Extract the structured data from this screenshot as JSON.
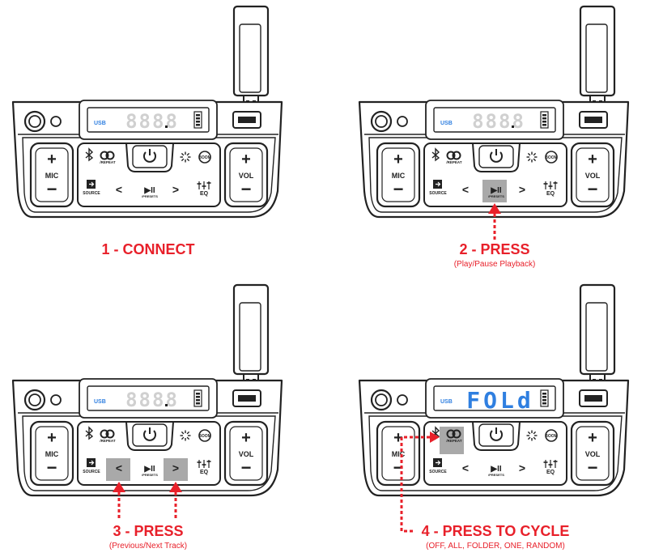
{
  "colors": {
    "accent_red": "#e8202a",
    "lcd_blue": "#2f7fe0",
    "lcd_ghost": "#d0d0d0",
    "highlight_gray": "#a9a9a9",
    "outline": "#222222"
  },
  "panel": {
    "usb_label": "USB",
    "lcd_ghost_digits": "8888",
    "lcd_active_text": "FOLd",
    "mic_label": "MIC",
    "vol_label": "VOL",
    "plus_symbol": "+",
    "minus_symbol": "−",
    "repeat_label": "/REPEAT",
    "boom_label": "BOOM",
    "source_label": "SOURCE",
    "presets_label": "/PRESETS",
    "eq_label": "EQ",
    "prev_symbol": "<",
    "next_symbol": ">",
    "play_symbol": "▶II",
    "bluetooth_icon": "bluetooth-icon",
    "power_icon": "power-icon",
    "light_icon": "light-burst-icon",
    "repeat_icon": "repeat-icon",
    "source_icon": "source-icon",
    "eq_icon": "eq-sliders-icon",
    "usb_drive_icon": "usb-flash-drive-icon"
  },
  "steps": [
    {
      "title": "1 - CONNECT",
      "subtitle": ""
    },
    {
      "title": "2 - PRESS",
      "subtitle": "(Play/Pause Playback)"
    },
    {
      "title": "3 - PRESS",
      "subtitle": "(Previous/Next Track)"
    },
    {
      "title": "4 - PRESS TO CYCLE",
      "subtitle": "(OFF, ALL, FOLDER, ONE, RANDOM)"
    }
  ]
}
